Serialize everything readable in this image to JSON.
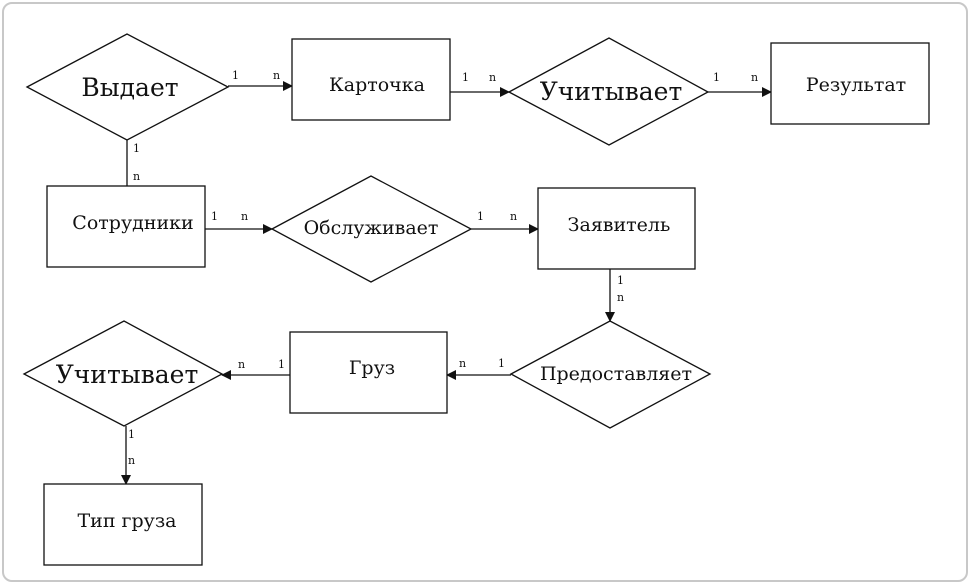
{
  "entities": {
    "kartochka": "Карточка",
    "rezultat": "Результат",
    "sotrudniki": "Сотрудники",
    "zayavitel": "Заявитель",
    "gruz": "Груз",
    "tip_gruza": "Тип груза"
  },
  "relationships": {
    "vydaet": "Выдает",
    "uchityvaet_1": "Учитывает",
    "obsluzhivaet": "Обслуживает",
    "predostavlyaet": "Предоставляет",
    "uchityvaet_2": "Учитывает"
  },
  "cardinality": {
    "one": "1",
    "many": "n"
  },
  "colors": {
    "stroke": "#111111",
    "frame": "#c8c8c8",
    "background": "#ffffff"
  }
}
